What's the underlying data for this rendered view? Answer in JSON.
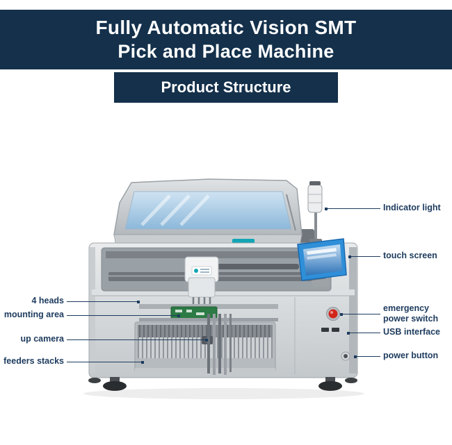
{
  "colors": {
    "navy": "#14304b",
    "label": "#1d3b5e",
    "teal": "#12a5b4",
    "screen-blue": "#2f8fd8",
    "alert-red": "#d1271b"
  },
  "header": {
    "title_line1": "Fully Automatic Vision SMT",
    "title_line2": "Pick and Place Machine",
    "subtitle": "Product Structure"
  },
  "labels": {
    "right": [
      {
        "text": "Indicator light"
      },
      {
        "text": "touch screen"
      },
      {
        "text": "emergency power switch"
      },
      {
        "text": "USB interface"
      },
      {
        "text": "power button"
      }
    ],
    "left": [
      {
        "text": "4 heads"
      },
      {
        "text": "mounting area"
      },
      {
        "text": "up camera"
      },
      {
        "text": "feeders stacks"
      }
    ]
  }
}
